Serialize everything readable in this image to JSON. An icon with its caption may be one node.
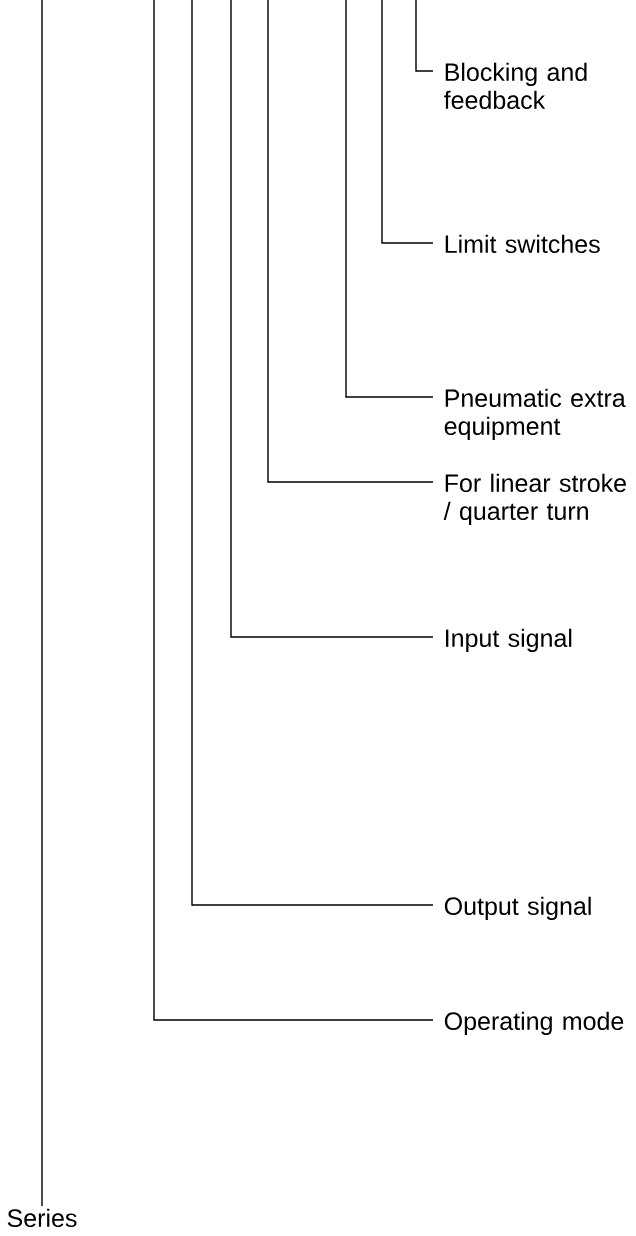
{
  "diagram": {
    "nodes": [
      {
        "text": [
          "Blocking and feedback"
        ]
      },
      {
        "text": [
          "Limit switches"
        ]
      },
      {
        "text": [
          "Pneumatic extra equipment"
        ]
      },
      {
        "text": [
          "For linear stroke / quarter turn"
        ]
      },
      {
        "text": [
          "Input signal"
        ]
      },
      {
        "text": [
          "Output signal"
        ]
      },
      {
        "text": [
          "Operating mode"
        ]
      },
      {
        "text": [
          "Series"
        ]
      }
    ],
    "edges": [
      {
        "from": null,
        "to": 0,
        "arrow": "none"
      },
      {
        "from": null,
        "to": 1,
        "arrow": "none"
      },
      {
        "from": null,
        "to": 2,
        "arrow": "none"
      },
      {
        "from": null,
        "to": 3,
        "arrow": "none"
      },
      {
        "from": null,
        "to": 4,
        "arrow": "none"
      },
      {
        "from": null,
        "to": 5,
        "arrow": "none"
      },
      {
        "from": null,
        "to": 6,
        "arrow": "none"
      },
      {
        "from": null,
        "to": 7,
        "arrow": "none"
      }
    ]
  }
}
